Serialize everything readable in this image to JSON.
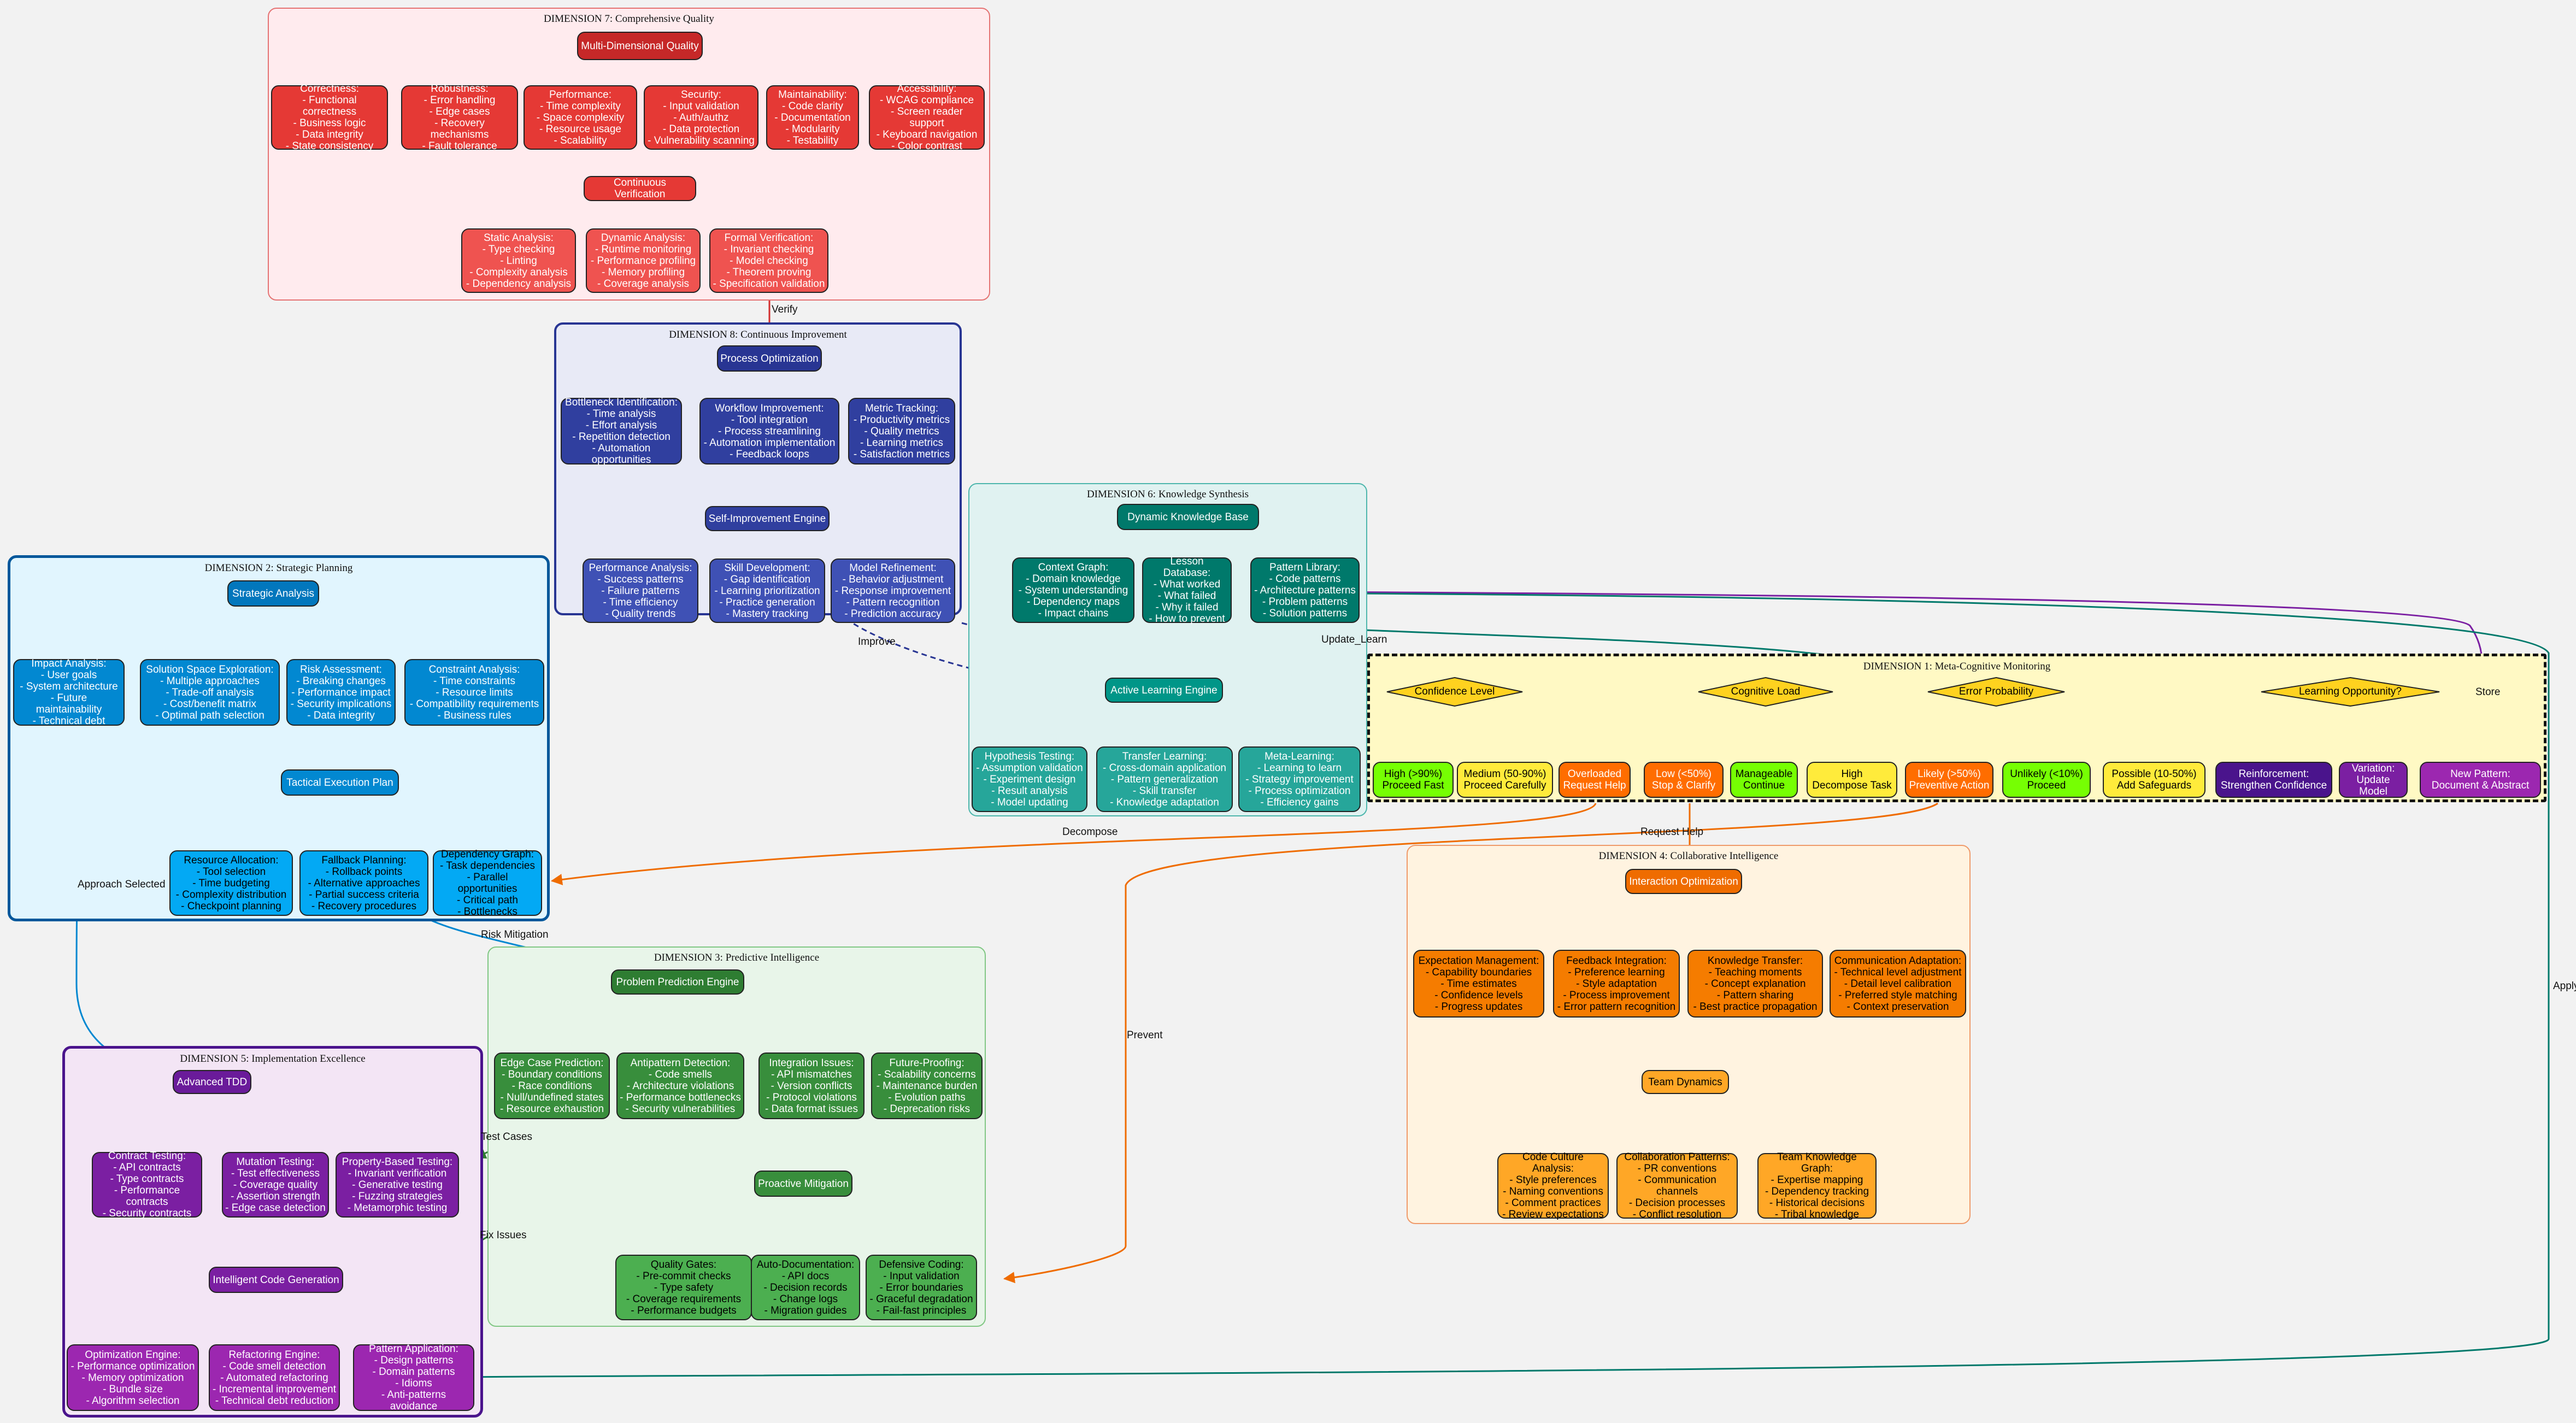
{
  "clusters": {
    "d7": "DIMENSION 7: Comprehensive Quality",
    "d8": "DIMENSION 8: Continuous Improvement",
    "d6": "DIMENSION 6: Knowledge Synthesis",
    "d1": "DIMENSION 1: Meta-Cognitive Monitoring",
    "d2": "DIMENSION 2: Strategic Planning",
    "d4": "DIMENSION 4: Collaborative Intelligence",
    "d3": "DIMENSION 3: Predictive Intelligence",
    "d5": "DIMENSION 5: Implementation Excellence"
  },
  "nodes": {
    "mdq": "Multi-Dimensional Quality",
    "correct": "Correctness:\n- Functional correctness\n- Business logic\n- Data integrity\n- State consistency",
    "robust": "Robustness:\n- Error handling\n- Edge cases\n- Recovery mechanisms\n- Fault tolerance",
    "perf": "Performance:\n- Time complexity\n- Space complexity\n- Resource usage\n- Scalability",
    "secq": "Security:\n- Input validation\n- Auth/authz\n- Data protection\n- Vulnerability scanning",
    "maint": "Maintainability:\n- Code clarity\n- Documentation\n- Modularity\n- Testability",
    "access": "Accessibility:\n- WCAG compliance\n- Screen reader support\n- Keyboard navigation\n- Color contrast",
    "cv": "Continuous Verification",
    "static": "Static Analysis:\n- Type checking\n- Linting\n- Complexity analysis\n- Dependency analysis",
    "dynamic": "Dynamic Analysis:\n- Runtime monitoring\n- Performance profiling\n- Memory profiling\n- Coverage analysis",
    "formal": "Formal Verification:\n- Invariant checking\n- Model checking\n- Theorem proving\n- Specification validation",
    "po": "Process Optimization",
    "bottle": "Bottleneck Identification:\n- Time analysis\n- Effort analysis\n- Repetition detection\n- Automation opportunities",
    "workflow": "Workflow Improvement:\n- Tool integration\n- Process streamlining\n- Automation implementation\n- Feedback loops",
    "metric": "Metric Tracking:\n- Productivity metrics\n- Quality metrics\n- Learning metrics\n- Satisfaction metrics",
    "sie": "Self-Improvement Engine",
    "perfan": "Performance Analysis:\n- Success patterns\n- Failure patterns\n- Time efficiency\n- Quality trends",
    "skill": "Skill Development:\n- Gap identification\n- Learning prioritization\n- Practice generation\n- Mastery tracking",
    "model": "Model Refinement:\n- Behavior adjustment\n- Response improvement\n- Pattern recognition\n- Prediction accuracy",
    "dkb": "Dynamic Knowledge Base",
    "ctxg": "Context Graph:\n- Domain knowledge\n- System understanding\n- Dependency maps\n- Impact chains",
    "lesson": "Lesson Database:\n- What worked\n- What failed\n- Why it failed\n- How to prevent",
    "patlib": "Pattern Library:\n- Code patterns\n- Architecture patterns\n- Problem patterns\n- Solution patterns",
    "ale": "Active Learning Engine",
    "hypo": "Hypothesis Testing:\n- Assumption validation\n- Experiment design\n- Result analysis\n- Model updating",
    "transfer": "Transfer Learning:\n- Cross-domain application\n- Pattern generalization\n- Skill transfer\n- Knowledge adaptation",
    "meta": "Meta-Learning:\n- Learning to learn\n- Strategy improvement\n- Process optimization\n- Efficiency gains",
    "conf": "Confidence Level",
    "cog": "Cognitive Load",
    "errp": "Error Probability",
    "learnq": "Learning Opportunity?",
    "high": "High (>90%)\nProceed Fast",
    "medium": "Medium (50-90%)\nProceed Carefully",
    "overload": "Overloaded\nRequest Help",
    "low": "Low (<50%)\nStop & Clarify",
    "manage": "Manageable\nContinue",
    "highdec": "High\nDecompose Task",
    "likely": "Likely (>50%)\nPreventive Action",
    "unlikely": "Unlikely (<10%)\nProceed",
    "possible": "Possible (10-50%)\nAdd Safeguards",
    "reinf": "Reinforcement:\nStrengthen Confidence",
    "variation": "Variation:\nUpdate Model",
    "newpat": "New Pattern:\nDocument & Abstract",
    "sa": "Strategic Analysis",
    "impact": "Impact Analysis:\n- User goals\n- System architecture\n- Future maintainability\n- Technical debt",
    "sse": "Solution Space Exploration:\n- Multiple approaches\n- Trade-off analysis\n- Cost/benefit matrix\n- Optimal path selection",
    "risk": "Risk Assessment:\n- Breaking changes\n- Performance impact\n- Security implications\n- Data integrity",
    "constraint": "Constraint Analysis:\n- Time constraints\n- Resource limits\n- Compatibility requirements\n- Business rules",
    "tep": "Tactical Execution Plan",
    "resalloc": "Resource Allocation:\n- Tool selection\n- Time budgeting\n- Complexity distribution\n- Checkpoint planning",
    "fallback": "Fallback Planning:\n- Rollback points\n- Alternative approaches\n- Partial success criteria\n- Recovery procedures",
    "depg": "Dependency Graph:\n- Task dependencies\n- Parallel opportunities\n- Critical path\n- Bottlenecks",
    "io": "Interaction Optimization",
    "expect": "Expectation Management:\n- Capability boundaries\n- Time estimates\n- Confidence levels\n- Progress updates",
    "feedback": "Feedback Integration:\n- Preference learning\n- Style adaptation\n- Process improvement\n- Error pattern recognition",
    "ktransfer": "Knowledge Transfer:\n- Teaching moments\n- Concept explanation\n- Pattern sharing\n- Best practice propagation",
    "commad": "Communication Adaptation:\n- Technical level adjustment\n- Detail level calibration\n- Preferred style matching\n- Context preservation",
    "team": "Team Dynamics",
    "culture": "Code Culture Analysis:\n- Style preferences\n- Naming conventions\n- Comment practices\n- Review expectations",
    "collab": "Collaboration Patterns:\n- PR conventions\n- Communication channels\n- Decision processes\n- Conflict resolution",
    "tkg": "Team Knowledge Graph:\n- Expertise mapping\n- Dependency tracking\n- Historical decisions\n- Tribal knowledge",
    "ppe": "Problem Prediction Engine",
    "edge": "Edge Case Prediction:\n- Boundary conditions\n- Race conditions\n- Null/undefined states\n- Resource exhaustion",
    "anti": "Antipattern Detection:\n- Code smells\n- Architecture violations\n- Performance bottlenecks\n- Security vulnerabilities",
    "integ": "Integration Issues:\n- API mismatches\n- Version conflicts\n- Protocol violations\n- Data format issues",
    "future": "Future-Proofing:\n- Scalability concerns\n- Maintenance burden\n- Evolution paths\n- Deprecation risks",
    "pm": "Proactive Mitigation",
    "qg": "Quality Gates:\n- Pre-commit checks\n- Type safety\n- Coverage requirements\n- Performance budgets",
    "autodoc": "Auto-Documentation:\n- API docs\n- Decision records\n- Change logs\n- Migration guides",
    "defcode": "Defensive Coding:\n- Input validation\n- Error boundaries\n- Graceful degradation\n- Fail-fast principles",
    "atdd": "Advanced TDD",
    "contract": "Contract Testing:\n- API contracts\n- Type contracts\n- Performance contracts\n- Security contracts",
    "mutation": "Mutation Testing:\n- Test effectiveness\n- Coverage quality\n- Assertion strength\n- Edge case detection",
    "pbt": "Property-Based Testing:\n- Invariant verification\n- Generative testing\n- Fuzzing strategies\n- Metamorphic testing",
    "icg": "Intelligent Code Generation",
    "opt": "Optimization Engine:\n- Performance optimization\n- Memory optimization\n- Bundle size\n- Algorithm selection",
    "refac": "Refactoring Engine:\n- Code smell detection\n- Automated refactoring\n- Incremental improvement\n- Technical debt reduction",
    "patapp": "Pattern Application:\n- Design patterns\n- Domain patterns\n- Idioms\n- Anti-patterns avoidance"
  },
  "edge_labels": {
    "verify": "Verify",
    "improve": "Improve",
    "update_learn": "Update_Learn",
    "store": "Store",
    "apply": "Apply",
    "decompose": "Decompose",
    "request_help": "Request Help",
    "prevent": "Prevent",
    "approach": "Approach Selected",
    "risk_mit": "Risk Mitigation",
    "test_cases": "Test Cases",
    "fix_issues": "Fix Issues"
  },
  "colors": {
    "d7_node": "#e53935",
    "d7_header": "#c62828",
    "d7_light": "#ef5350",
    "d7_bg": "#ffebee",
    "d8_node": "#303f9f",
    "d8_header": "#283593",
    "d8_light": "#3f51b5",
    "d8_bg": "#e8eaf6",
    "d6_node": "#00796b",
    "d6_light": "#26a69a",
    "d6_accent": "#009688",
    "d6_bg": "#e0f2f1",
    "d1_diamond": "#ffd21f",
    "d1_green": "#76ff03",
    "d1_yellow": "#ffeb3b",
    "d1_orange": "#ff6d00",
    "d1_bg": "#fff9c4",
    "d1_purple1": "#4a148c",
    "d1_purple2": "#7b1fa2",
    "d1_purple3": "#9c27b0",
    "d2_node": "#0288d1",
    "d2_header": "#0277bd",
    "d2_light": "#03a9f4",
    "d2_bg": "#e1f5fe",
    "d4_node": "#f57c00",
    "d4_header": "#ef6c00",
    "d4_light": "#ffa726",
    "d4_bg": "#fff3e0",
    "d3_node": "#388e3c",
    "d3_header": "#2e7d32",
    "d3_light": "#4caf50",
    "d3_bg": "#e8f5e9",
    "d5_node": "#7b1fa2",
    "d5_header": "#6a1b9a",
    "d5_light": "#9c27b0",
    "d5_bg": "#f3e5f5"
  }
}
